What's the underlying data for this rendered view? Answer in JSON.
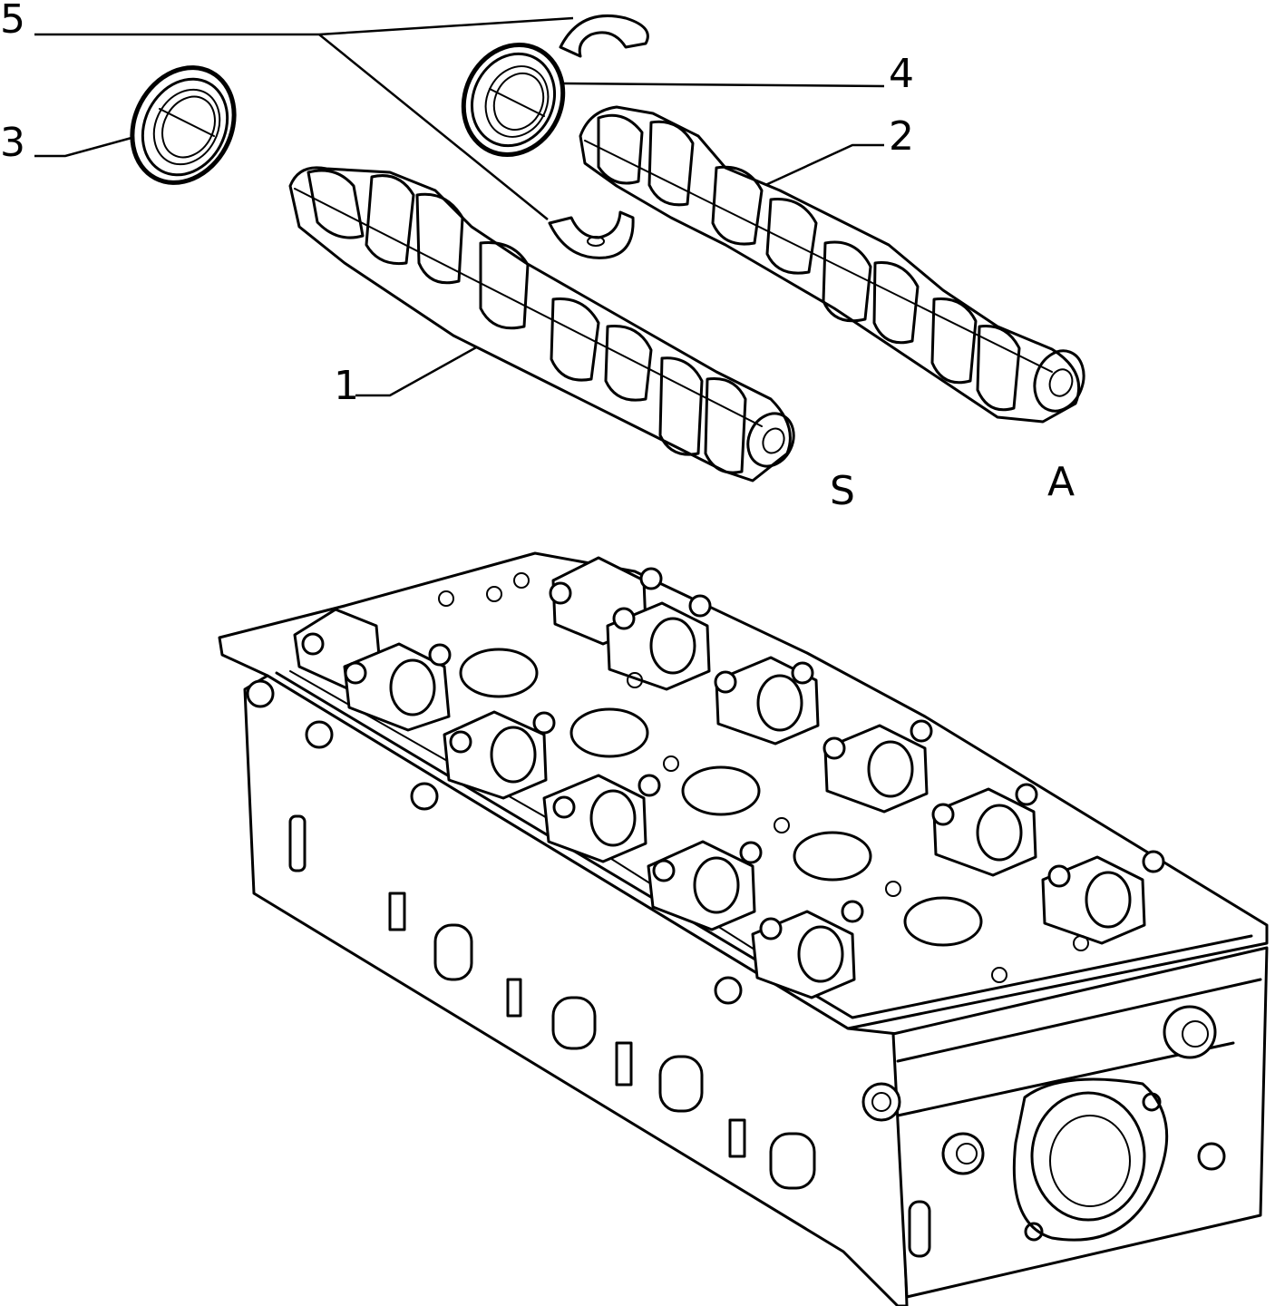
{
  "callouts": {
    "c1": "1",
    "c2": "2",
    "c3": "3",
    "c4": "4",
    "c5": "5",
    "side_s": "S",
    "side_a": "A"
  },
  "colors": {
    "ink": "#000000",
    "paper": "#ffffff"
  }
}
